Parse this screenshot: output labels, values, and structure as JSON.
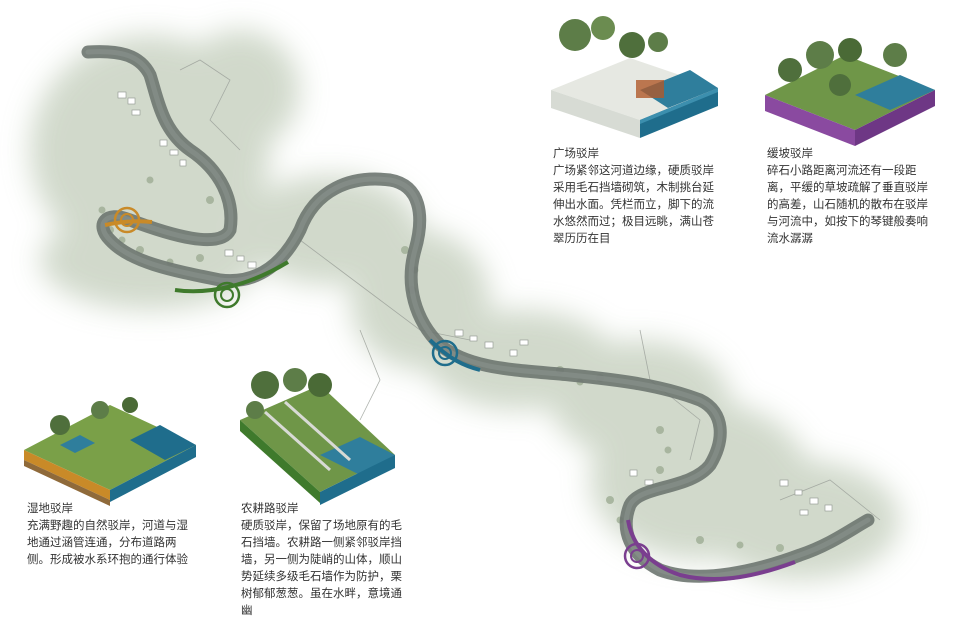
{
  "legend_colors": {
    "wetland": "#c98a28",
    "farmroad": "#3f7a2c",
    "plaza": "#1f6d8c",
    "slope": "#7a3e8f",
    "river": "#6d7670",
    "vegetation": "#c7d2c0"
  },
  "sections": [
    {
      "key": "plaza",
      "title": "广场驳岸",
      "body": "广场紧邻这河道边缘，硬质驳岸采用毛石挡墙砌筑，木制挑台延伸出水面。凭栏而立，脚下的流水悠然而过；极目远眺，满山苍翠历历在目"
    },
    {
      "key": "slope",
      "title": "缓坡驳岸",
      "body": "碎石小路距离河流还有一段距离，平缓的草坡疏解了垂直驳岸的高差，山石随机的散布在驳岸与河流中，如按下的琴键般奏响流水潺潺"
    },
    {
      "key": "wetland",
      "title": "湿地驳岸",
      "body": "充满野趣的自然驳岸，河道与湿地通过涵管连通，分布道路两侧。形成被水系环抱的通行体验"
    },
    {
      "key": "farmroad",
      "title": "农耕路驳岸",
      "body": "硬质驳岸，保留了场地原有的毛石挡墙。农耕路一侧紧邻驳岸挡墙，另一侧为陡峭的山体，顺山势延续多级毛石墙作为防护，栗树郁郁葱葱。虽在水畔，意境通幽"
    }
  ]
}
